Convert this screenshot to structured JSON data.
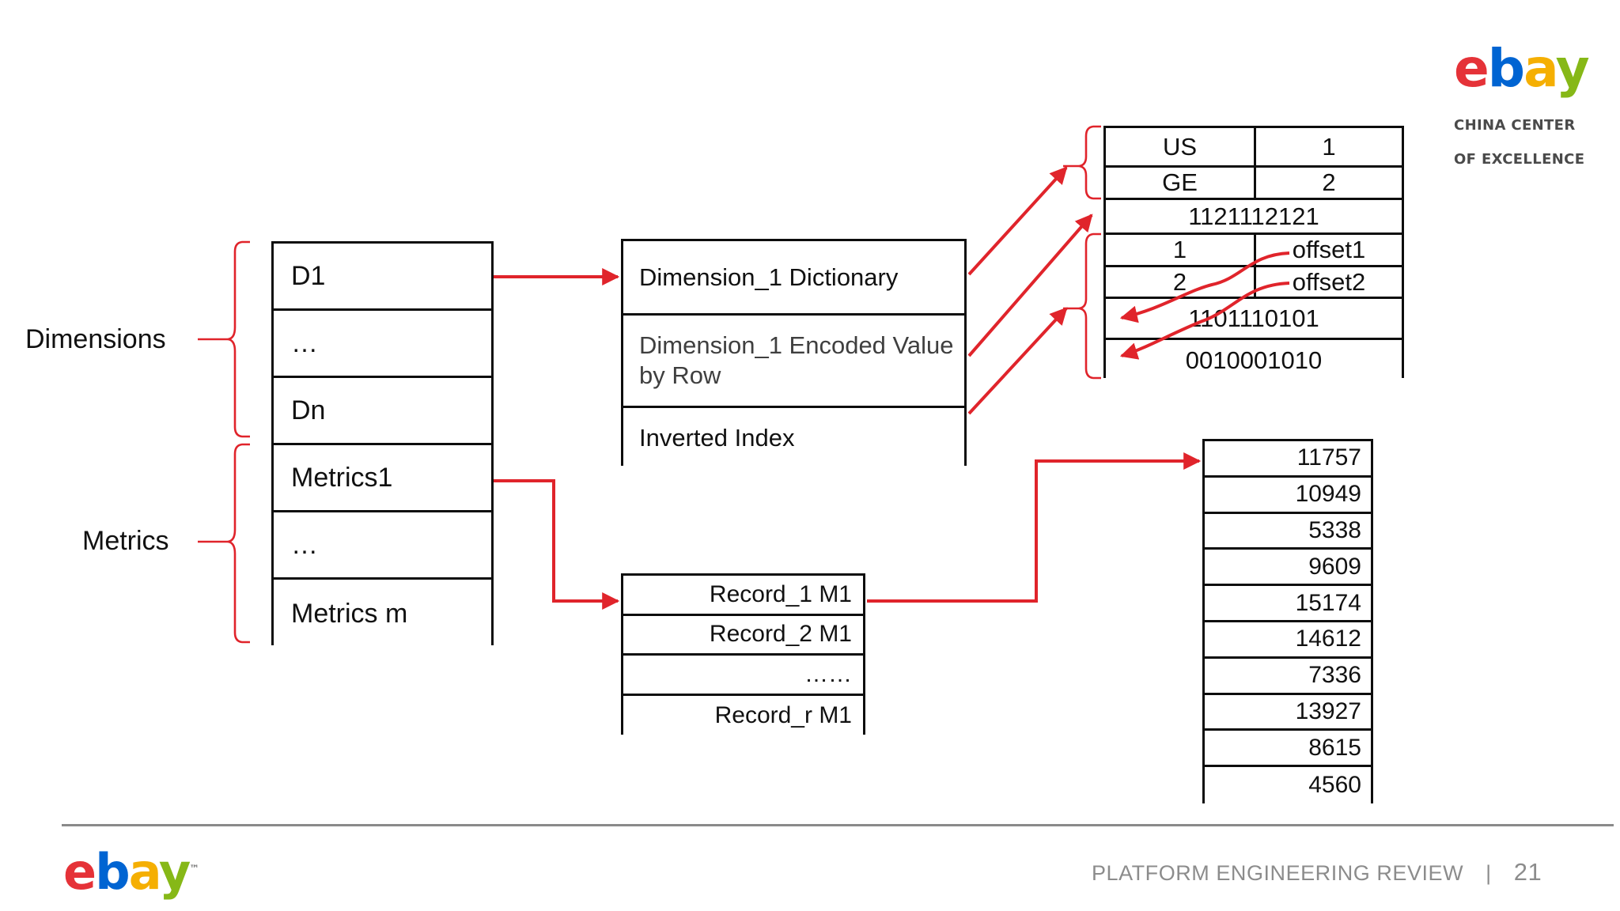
{
  "header": {
    "logo_text": "ebay",
    "logo_letters": [
      "e",
      "b",
      "a",
      "y"
    ],
    "sub_line1": "CHINA CENTER",
    "sub_line2": "OF EXCELLENCE"
  },
  "diagram": {
    "side_labels": {
      "dimensions": "Dimensions",
      "metrics": "Metrics"
    },
    "left_table": {
      "rows": [
        {
          "label": "D1"
        },
        {
          "label": "…"
        },
        {
          "label": "Dn"
        },
        {
          "label": "Metrics1"
        },
        {
          "label": "…"
        },
        {
          "label": "Metrics m"
        }
      ]
    },
    "dimension_block": {
      "rows": [
        {
          "label": "Dimension_1 Dictionary"
        },
        {
          "label": "Dimension_1 Encoded Value by Row"
        },
        {
          "label": "Inverted Index"
        }
      ]
    },
    "dictionary_table": {
      "rows": [
        {
          "type": "pair",
          "left": "US",
          "right": "1"
        },
        {
          "type": "pair",
          "left": "GE",
          "right": "2"
        },
        {
          "type": "full",
          "value": "1121112121"
        },
        {
          "type": "pair",
          "left": "1",
          "right": "offset1"
        },
        {
          "type": "pair",
          "left": "2",
          "right": "offset2"
        },
        {
          "type": "full",
          "value": "1101110101"
        },
        {
          "type": "full",
          "value": "0010001010"
        }
      ]
    },
    "record_table": {
      "rows": [
        {
          "label": "Record_1 M1"
        },
        {
          "label": "Record_2 M1"
        },
        {
          "label": "……"
        },
        {
          "label": "Record_r M1"
        }
      ]
    },
    "numbers_table": {
      "values": [
        "11757",
        "10949",
        "5338",
        "9609",
        "15174",
        "14612",
        "7336",
        "13927",
        "8615",
        "4560"
      ]
    },
    "accent_color": "#e0242b",
    "outline_color": "#0d0d0d"
  },
  "footer": {
    "logo_text": "ebay",
    "trademark": "™",
    "deck_title": "PLATFORM ENGINEERING REVIEW",
    "separator": "|",
    "page_number": "21"
  }
}
